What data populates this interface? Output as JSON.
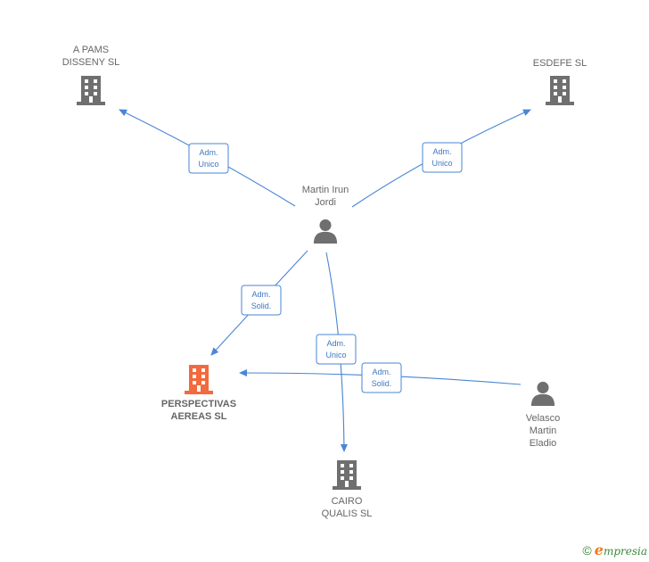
{
  "colors": {
    "edge": "#4a86d4",
    "edge_text": "#3f77c2",
    "node_default": "#6f6f6f",
    "node_focus": "#f26a3d",
    "label": "#666666",
    "brand_green": "#3a8a3a",
    "brand_orange": "#f07a1a"
  },
  "nodes": [
    {
      "id": "pams",
      "type": "company",
      "icon": "building-icon",
      "label_lines": [
        "A PAMS",
        "DISSENY SL"
      ],
      "focus": false
    },
    {
      "id": "esdefe",
      "type": "company",
      "icon": "building-icon",
      "label_lines": [
        "ESDEFE SL"
      ],
      "focus": false
    },
    {
      "id": "martin",
      "type": "person",
      "icon": "person-icon",
      "label_lines": [
        "Martin Irun",
        "Jordi"
      ],
      "focus": false
    },
    {
      "id": "perspectivas",
      "type": "company",
      "icon": "building-icon",
      "label_lines": [
        "PERSPECTIVAS",
        "AEREAS  SL"
      ],
      "focus": true
    },
    {
      "id": "cairo",
      "type": "company",
      "icon": "building-icon",
      "label_lines": [
        "CAIRO",
        "QUALIS  SL"
      ],
      "focus": false
    },
    {
      "id": "velasco",
      "type": "person",
      "icon": "person-icon",
      "label_lines": [
        "Velasco",
        "Martin",
        "Eladio"
      ],
      "focus": false
    }
  ],
  "edges": [
    {
      "from": "martin",
      "to": "pams",
      "label_lines": [
        "Adm.",
        "Unico"
      ]
    },
    {
      "from": "martin",
      "to": "esdefe",
      "label_lines": [
        "Adm.",
        "Unico"
      ]
    },
    {
      "from": "martin",
      "to": "perspectivas",
      "label_lines": [
        "Adm.",
        "Solid."
      ]
    },
    {
      "from": "martin",
      "to": "cairo",
      "label_lines": [
        "Adm.",
        "Unico"
      ]
    },
    {
      "from": "velasco",
      "to": "perspectivas",
      "label_lines": [
        "Adm.",
        "Solid."
      ]
    }
  ],
  "footer": {
    "copyright_symbol": "©",
    "brand_initial": "e",
    "brand_rest": "mpresia"
  }
}
